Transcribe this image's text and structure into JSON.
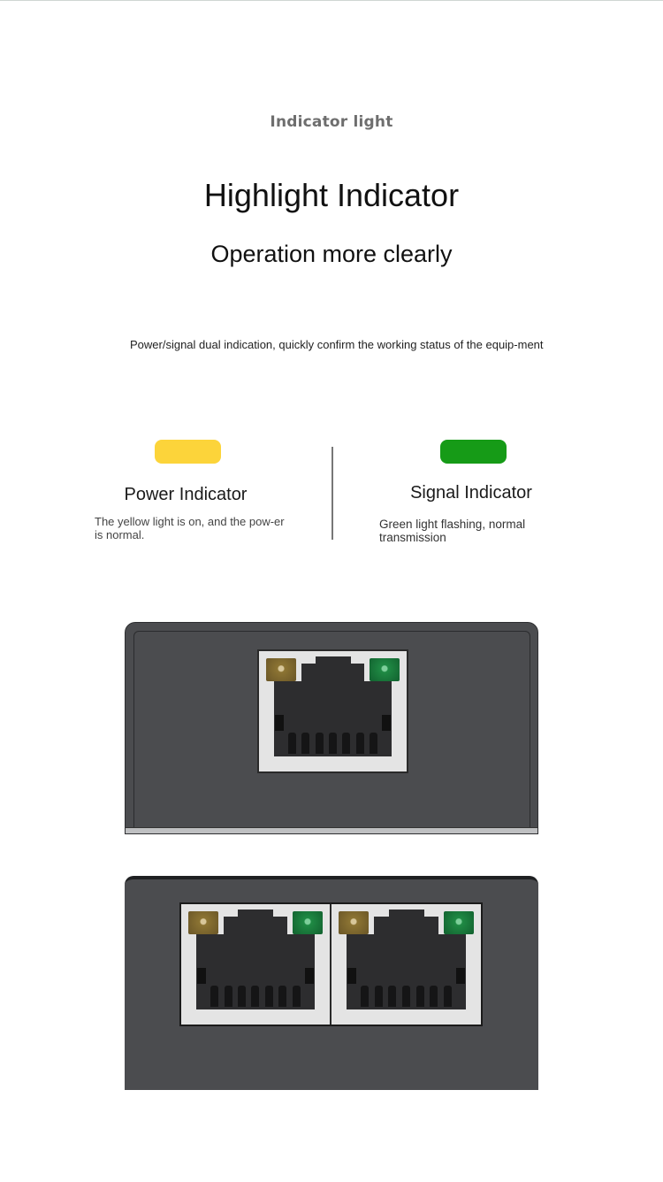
{
  "header": {
    "eyebrow": "Indicator light",
    "title": "Highlight Indicator",
    "subtitle": "Operation more clearly",
    "description": "Power/signal dual indication, quickly confirm the working status of the equip-ment"
  },
  "indicators": [
    {
      "name": "Power Indicator",
      "text": "The yellow light is on, and the pow-er is normal.",
      "color": "#fcd43a"
    },
    {
      "name": "Signal Indicator",
      "text": "Green light flashing, normal transmission",
      "color": "#169b17"
    }
  ],
  "devices": {
    "single": {
      "ports": 1,
      "body_color": "#4b4c4f"
    },
    "dual": {
      "ports": 2,
      "body_color": "#4b4c4f"
    },
    "led_colors": {
      "power": "#8c7433",
      "signal": "#1f8a44"
    }
  }
}
